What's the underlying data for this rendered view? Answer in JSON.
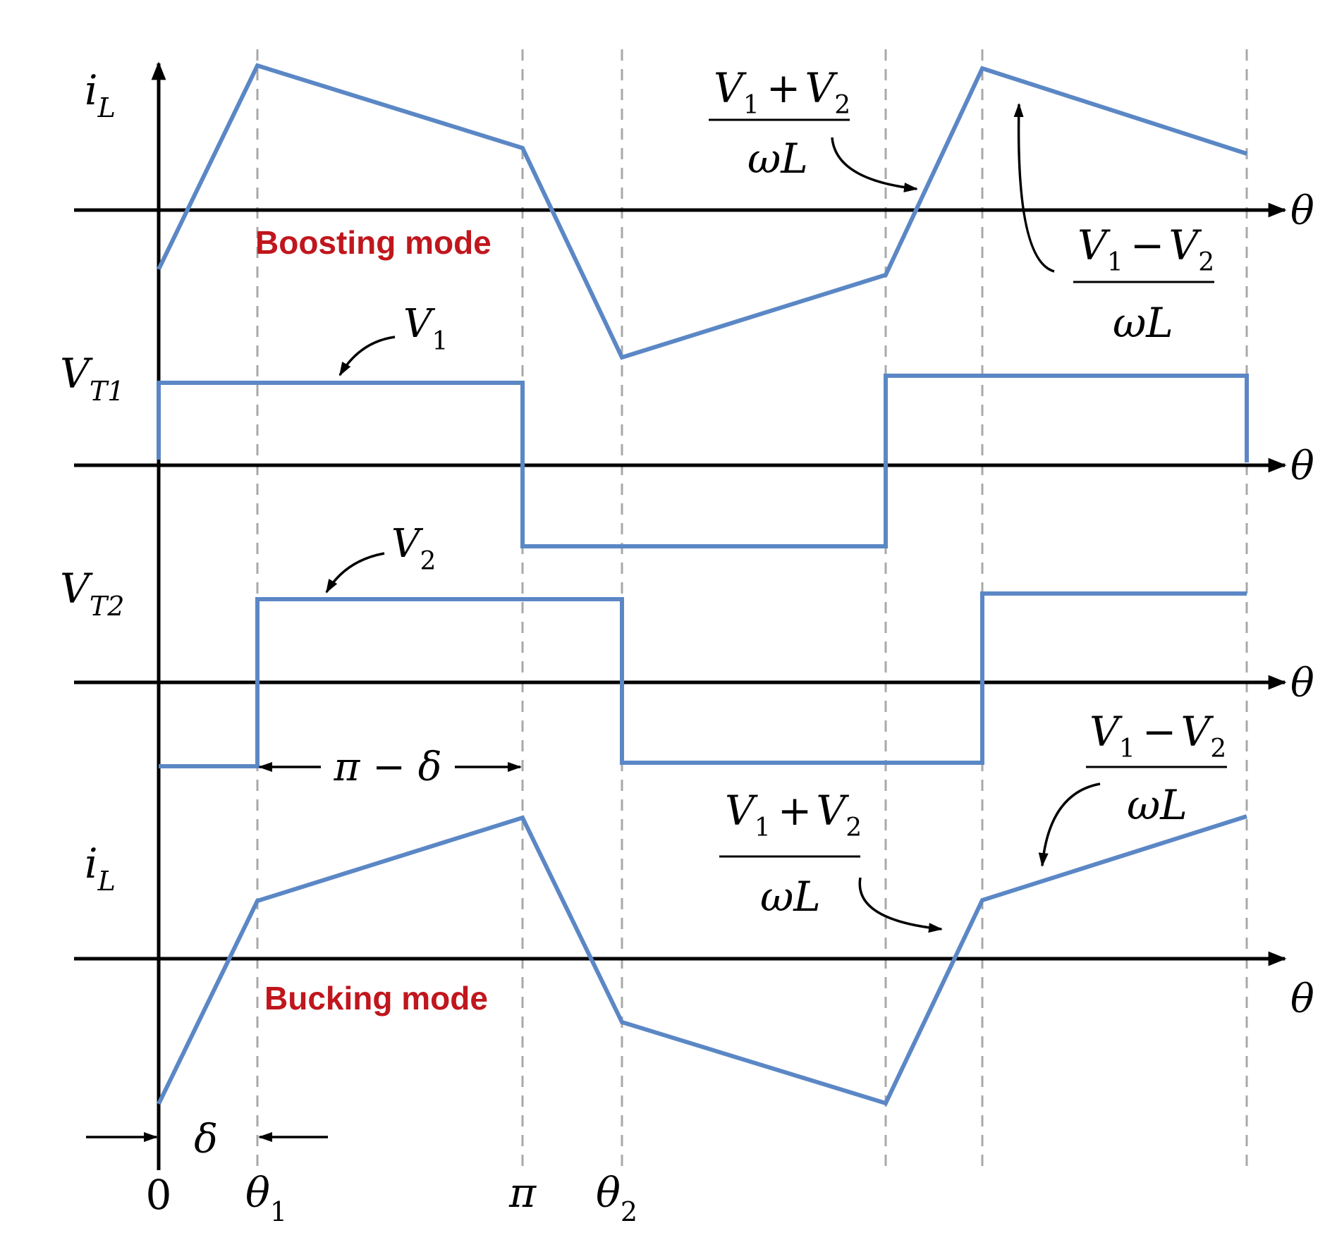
{
  "colors": {
    "waveform": "#5b87c5",
    "mode_label": "#c0161d",
    "axis": "#000000",
    "guide": "#a8a8a8"
  },
  "axis_symbol": "θ",
  "ticks": {
    "zero": "0",
    "theta1_main": "θ",
    "theta1_sub": "1",
    "pi": "π",
    "theta2_main": "θ",
    "theta2_sub": "2"
  },
  "traces": {
    "iL_top": {
      "main": "i",
      "sub": "L"
    },
    "VT1": {
      "main": "V",
      "sub": "T1"
    },
    "VT2": {
      "main": "V",
      "sub": "T2"
    },
    "iL_bottom": {
      "main": "i",
      "sub": "L"
    }
  },
  "modes": {
    "boosting": "Boosting mode",
    "bucking": "Bucking mode"
  },
  "annotations": {
    "V1": {
      "main": "V",
      "sub": "1"
    },
    "V2": {
      "main": "V",
      "sub": "2"
    },
    "sum_numerator": {
      "v1": "V",
      "s1": "1",
      "op": "+",
      "v2": "V",
      "s2": "2"
    },
    "diff_numerator": {
      "v1": "V",
      "s1": "1",
      "op": "−",
      "v2": "V",
      "s2": "2"
    },
    "denominator": "ωL",
    "pi_minus_delta": "π − δ",
    "delta": "δ"
  }
}
